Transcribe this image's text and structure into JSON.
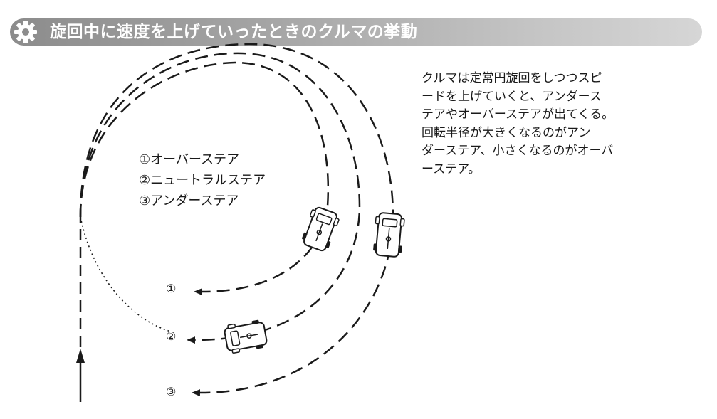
{
  "header": {
    "title": "旋回中に速度を上げていったときのクルマの挙動",
    "icon": "gear-icon"
  },
  "legend": {
    "items": [
      "①オーバーステア",
      "②ニュートラルステア",
      "③アンダーステア"
    ]
  },
  "path_markers": [
    "①",
    "②",
    "③"
  ],
  "description": {
    "lines": [
      "クルマは定常円旋回をしつつスピ",
      "ードを上げていくと、アンダース",
      "テアやオーバーステアが出てくる。",
      "回転半径が大きくなるのがアン",
      "ダーステア、小さくなるのがオーバ",
      "ーステア。"
    ]
  },
  "colors": {
    "header_gradient_start": "#8c8c8c",
    "header_gradient_end": "#d6d6d6",
    "line": "#1a1a1a",
    "background": "#ffffff"
  }
}
